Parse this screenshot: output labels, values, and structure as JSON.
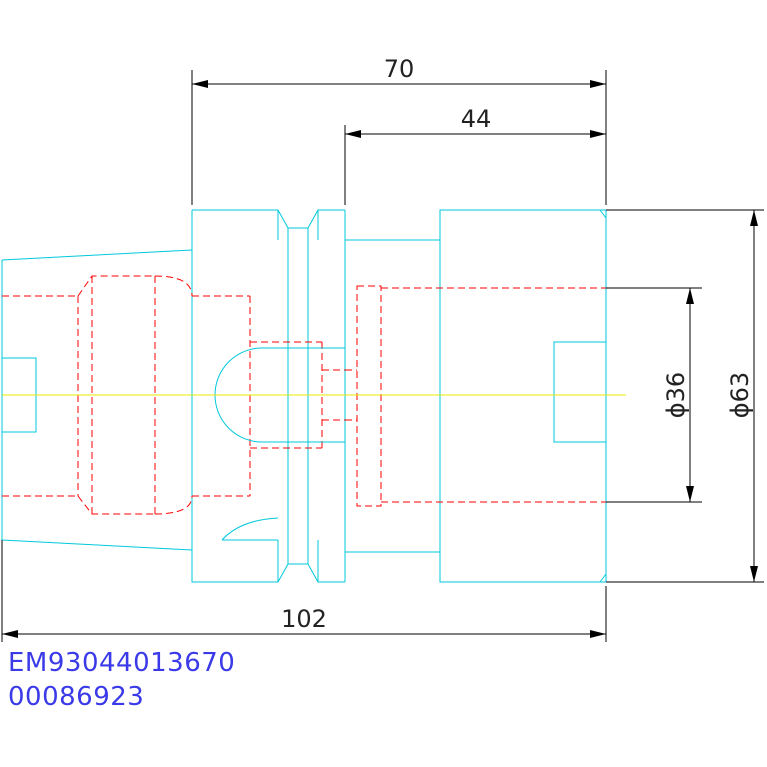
{
  "dimensions": {
    "overall_length": "70",
    "flange_offset": "44",
    "total_length": "102",
    "inner_diameter": "ϕ36",
    "outer_diameter": "ϕ63"
  },
  "part_codes": {
    "line1": "EM93044013670",
    "line2": "00086923"
  },
  "colors": {
    "outline": "#00c8dc",
    "hidden": "#ff0000",
    "centerline": "#e8e800",
    "dimension": "#000000",
    "code_text": "#3a3ae8"
  }
}
